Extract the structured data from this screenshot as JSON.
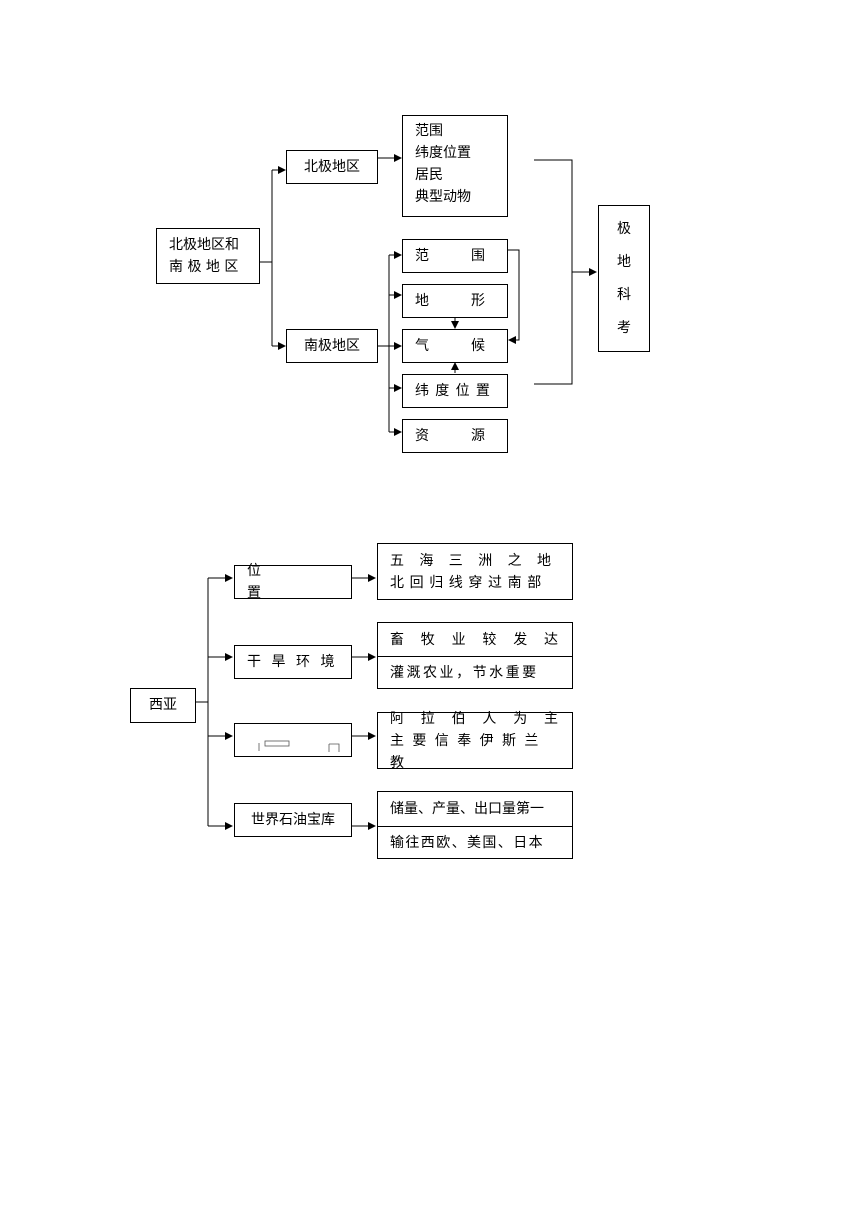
{
  "diagram1": {
    "root": "北极地区和南极地区",
    "root_lines": [
      "北极地区和",
      "南 极 地 区"
    ],
    "north": {
      "label": "北极地区",
      "items": [
        "范围",
        "纬度位置",
        "居民",
        "典型动物"
      ]
    },
    "south": {
      "label": "南极地区",
      "items": [
        "范围",
        "地形",
        "气候",
        "纬度位置",
        "资源"
      ]
    },
    "target": [
      "极",
      "地",
      "科",
      "考"
    ]
  },
  "diagram2": {
    "root": "西亚",
    "branches": [
      {
        "label": "位置",
        "details": [
          "五海三洲之地",
          "北回归线穿过南部"
        ]
      },
      {
        "label": "干旱环境",
        "details": [
          "畜牧业较发达",
          "灌溉农业，节水重要"
        ]
      },
      {
        "label": "",
        "details": [
          "阿拉伯人为主",
          "主要信奉伊斯兰教"
        ]
      },
      {
        "label": "世界石油宝库",
        "details": [
          "储量、产量、出口量第一",
          "输往西欧、美国、日本"
        ]
      }
    ]
  }
}
